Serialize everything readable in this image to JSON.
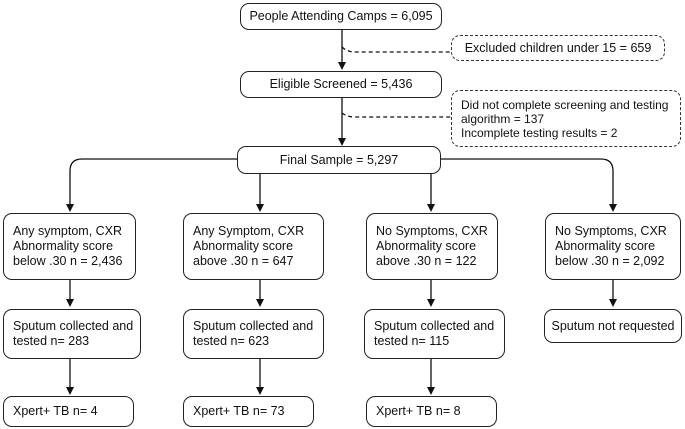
{
  "flowchart": {
    "attending": "People Attending Camps = 6,095",
    "excluded": "Excluded children under 15 = 659",
    "eligible": "Eligible Screened = 5,436",
    "not_complete": [
      "Did not complete screening and testing",
      "algorithm = 137",
      "Incomplete testing results = 2"
    ],
    "final_sample": "Final Sample = 5,297",
    "columns": [
      {
        "group": [
          "Any symptom, CXR",
          "Abnormality score",
          "below .30 n = 2,436"
        ],
        "sputum": [
          "Sputum collected and",
          "tested n= 283"
        ],
        "xpert": "Xpert+ TB n= 4"
      },
      {
        "group": [
          "Any Symptom, CXR",
          "Abnormality score",
          "above .30 n = 647"
        ],
        "sputum": [
          "Sputum collected and",
          "tested n= 623"
        ],
        "xpert": "Xpert+ TB n= 73"
      },
      {
        "group": [
          "No Symptoms, CXR",
          "Abnormality score",
          "above .30 n = 122"
        ],
        "sputum": [
          "Sputum collected and",
          "tested n= 115"
        ],
        "xpert": "Xpert+ TB n= 8"
      },
      {
        "group": [
          "No Symptoms, CXR",
          "Abnormality score",
          "below .30 n = 2,092"
        ],
        "sputum": [
          "Sputum not requested"
        ],
        "xpert": null
      }
    ]
  }
}
